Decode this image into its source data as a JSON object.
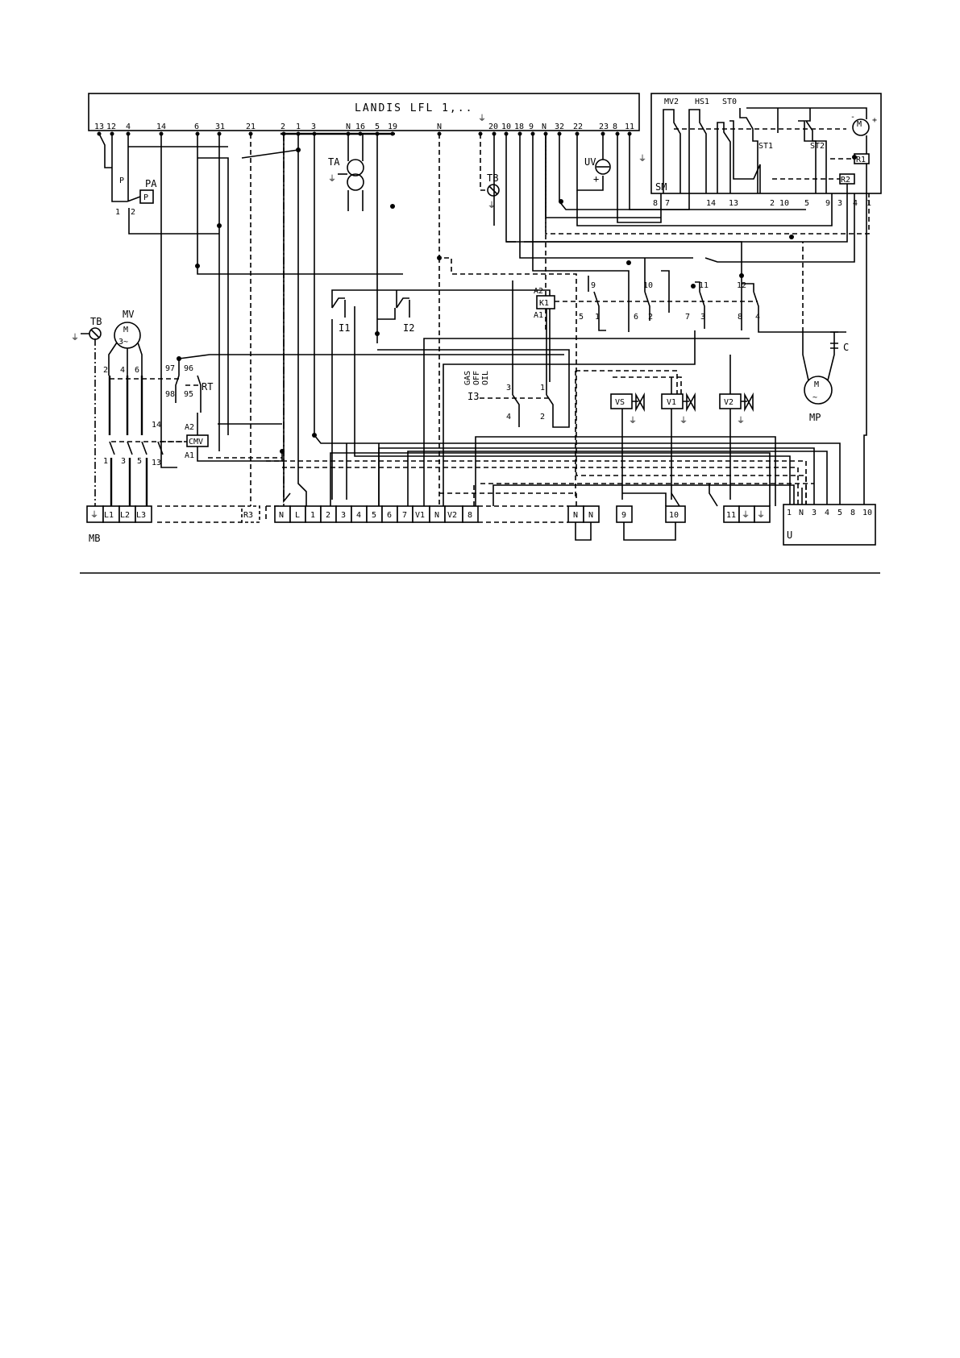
{
  "controller": {
    "title": "LANDIS LFL 1,..",
    "terminals": [
      "13",
      "12",
      "4",
      "14",
      "6",
      "31",
      "21",
      "2",
      "1",
      "3",
      "N",
      "16",
      "5",
      "19",
      "N",
      "20",
      "10",
      "18",
      "9",
      "N",
      "32",
      "22",
      "23",
      "8",
      "11"
    ]
  },
  "servomotor": {
    "label": "SM",
    "top_labels": [
      "MV2",
      "HS1",
      "ST0",
      "ST1",
      "ST2",
      "R1",
      "R2"
    ],
    "bottom_terminals": [
      "8",
      "7",
      "14",
      "13",
      "2",
      "10",
      "5",
      "9",
      "3",
      "4",
      "1"
    ]
  },
  "components": {
    "TA": "TA",
    "UV": "UV",
    "TB": "TB",
    "PA": "PA",
    "P": "P",
    "MV": "MV",
    "M": "M",
    "RT": "RT",
    "CMV": "CMV",
    "K1": "K1",
    "I1": "I1",
    "I2": "I2",
    "I3": "I3",
    "VS": "VS",
    "V1": "V1",
    "V2": "V2",
    "MP": "MP",
    "C": "C",
    "MB": "MB",
    "U": "U",
    "selector": [
      "GAS",
      "OFF",
      "OIL"
    ]
  },
  "terminal_strip": {
    "left": [
      "L1",
      "L2",
      "L3"
    ],
    "r3": "R3",
    "main": [
      "N",
      "L",
      "1",
      "2",
      "3",
      "4",
      "5",
      "6",
      "7",
      "V1",
      "N",
      "V2",
      "8"
    ],
    "mid": [
      "N",
      "N",
      "9",
      "10",
      "11"
    ],
    "u_terminals": [
      "1",
      "N",
      "3",
      "4",
      "5",
      "8",
      "10"
    ]
  },
  "contact_labels": {
    "rt": [
      "97",
      "96",
      "98",
      "95"
    ],
    "contactor": [
      "2",
      "4",
      "6",
      "1",
      "3",
      "5",
      "14",
      "13",
      "A2",
      "A1"
    ],
    "pa": [
      "P",
      "1",
      "2"
    ],
    "k1": [
      "A2",
      "A1",
      "9",
      "10",
      "11",
      "12",
      "5",
      "1",
      "6",
      "2",
      "7",
      "3",
      "8",
      "4"
    ],
    "i3": [
      "3",
      "4",
      "1",
      "2"
    ]
  }
}
